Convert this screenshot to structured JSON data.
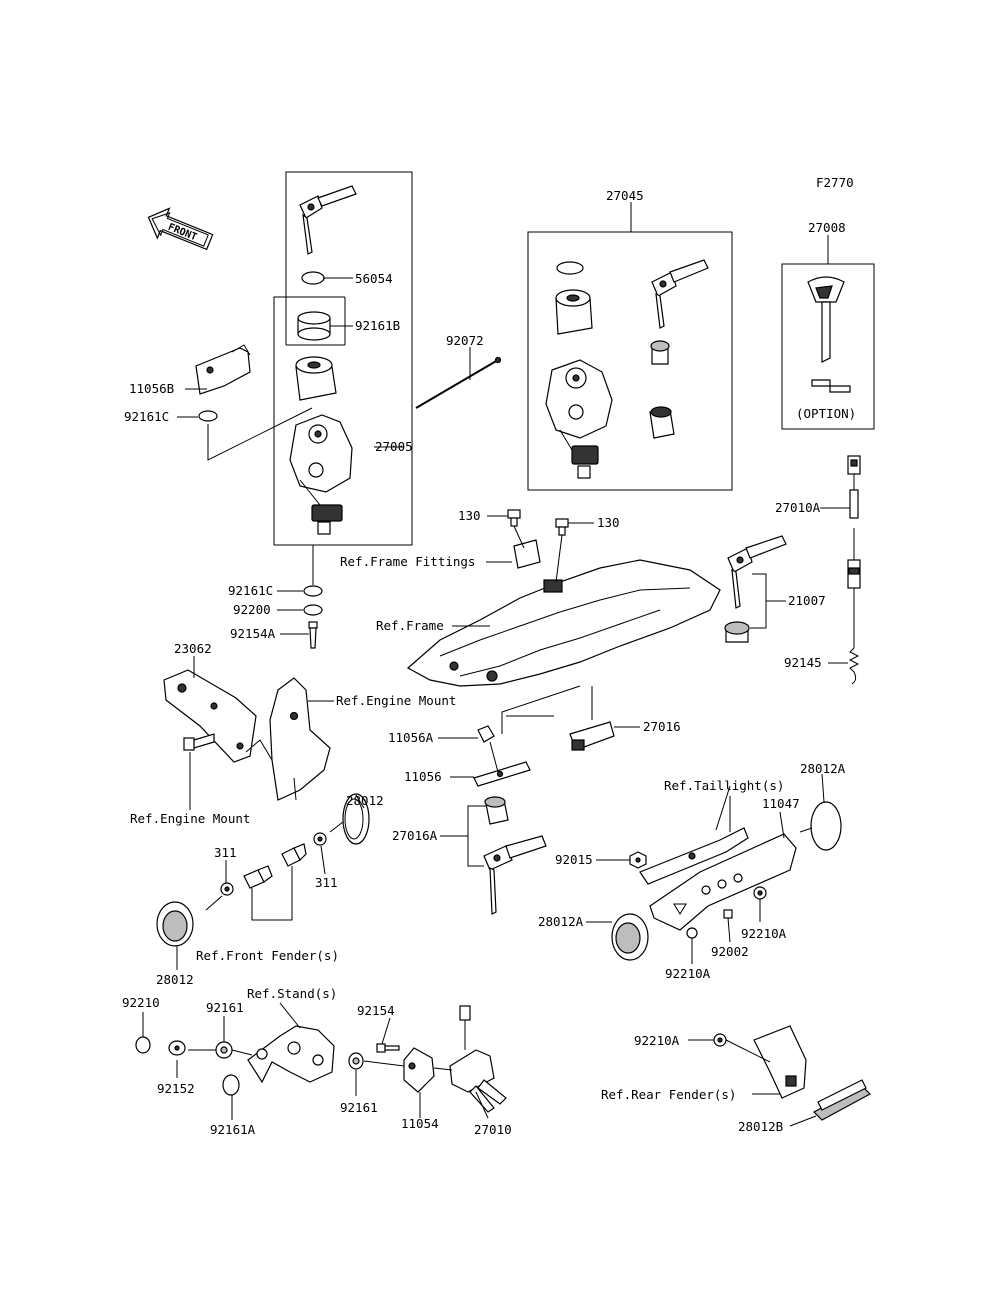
{
  "figure_code": "F2770",
  "front_arrow": "FRONT",
  "option_note": "(OPTION)",
  "parts": {
    "p27045": "27045",
    "p27008": "27008",
    "p56054": "56054",
    "p92161B": "92161B",
    "p92072": "92072",
    "p11056B": "11056B",
    "p92161C_a": "92161C",
    "p27005": "27005",
    "p130_a": "130",
    "p130_b": "130",
    "p27010A": "27010A",
    "p92161C_b": "92161C",
    "p92200": "92200",
    "p92154A": "92154A",
    "p21007": "21007",
    "p23062": "23062",
    "p92145": "92145",
    "p11056A": "11056A",
    "p27016": "27016",
    "p28012_a": "28012",
    "p11056": "11056",
    "p28012A_a": "28012A",
    "p11047": "11047",
    "p27016A": "27016A",
    "p311_a": "311",
    "p311_b": "311",
    "p92015": "92015",
    "p28012A_b": "28012A",
    "p92210A_a": "92210A",
    "p92002": "92002",
    "p92210A_b": "92210A",
    "p28012_b": "28012",
    "p92210": "92210",
    "p92161_a": "92161",
    "p92154": "92154",
    "p92152": "92152",
    "p92161A": "92161A",
    "p92161_b": "92161",
    "p11054": "11054",
    "p27010": "27010",
    "p92210A_c": "92210A",
    "p28012B": "28012B"
  },
  "refs": {
    "frame_fittings": "Ref.Frame Fittings",
    "frame": "Ref.Frame",
    "engine_mount_a": "Ref.Engine Mount",
    "engine_mount_b": "Ref.Engine Mount",
    "taillight": "Ref.Taillight(s)",
    "front_fender": "Ref.Front Fender(s)",
    "stand": "Ref.Stand(s)",
    "rear_fender": "Ref.Rear Fender(s)"
  }
}
